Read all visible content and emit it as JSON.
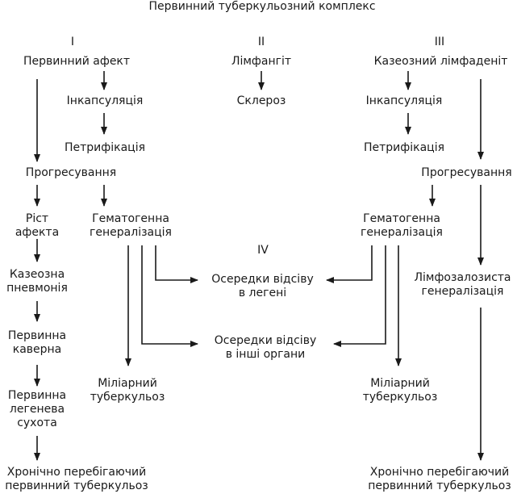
{
  "title": "Первинний туберкульозний комплекс",
  "columns": {
    "c1": "I",
    "c2": "II",
    "c3": "III",
    "c4": "IV"
  },
  "nodes": {
    "pervynnyi_afekt": [
      "Первинний афект"
    ],
    "inkaps_1": [
      "Інкапсуляція"
    ],
    "petryf_1": [
      "Петрифікація"
    ],
    "progres_1": [
      "Прогресування"
    ],
    "rist_afekta": [
      "Ріст",
      "афекта"
    ],
    "hemat_1": [
      "Гематогенна",
      "генералізація"
    ],
    "kazeozna_pnevm": [
      "Казеозна",
      "пневмонія"
    ],
    "pervynna_kaverna": [
      "Первинна",
      "каверна"
    ],
    "pervynna_sukhota": [
      "Первинна",
      "легенева",
      "сухота"
    ],
    "khron_1": [
      "Хронічно перебігаючий",
      "первинний туберкульоз"
    ],
    "miliarnyi_1": [
      "Міліарний",
      "туберкульоз"
    ],
    "limfanhit": [
      "Лімфангіт"
    ],
    "skleroz": [
      "Склероз"
    ],
    "oseredky_lehen": [
      "Осередки відсіву",
      "в легені"
    ],
    "oseredky_orhany": [
      "Осередки відсіву",
      "в інші органи"
    ],
    "kazeoz_limf": [
      "Казеозний лімфаденіт"
    ],
    "inkaps_3": [
      "Інкапсуляція"
    ],
    "petryf_3": [
      "Петрифікація"
    ],
    "progres_3": [
      "Прогресування"
    ],
    "hemat_3": [
      "Гематогенна",
      "генералізація"
    ],
    "limfozal": [
      "Лімфозалозиста",
      "генералізація"
    ],
    "miliarnyi_3": [
      "Міліарний",
      "туберкульоз"
    ],
    "khron_3": [
      "Хронічно перебігаючий",
      "первинний туберкульоз"
    ]
  }
}
